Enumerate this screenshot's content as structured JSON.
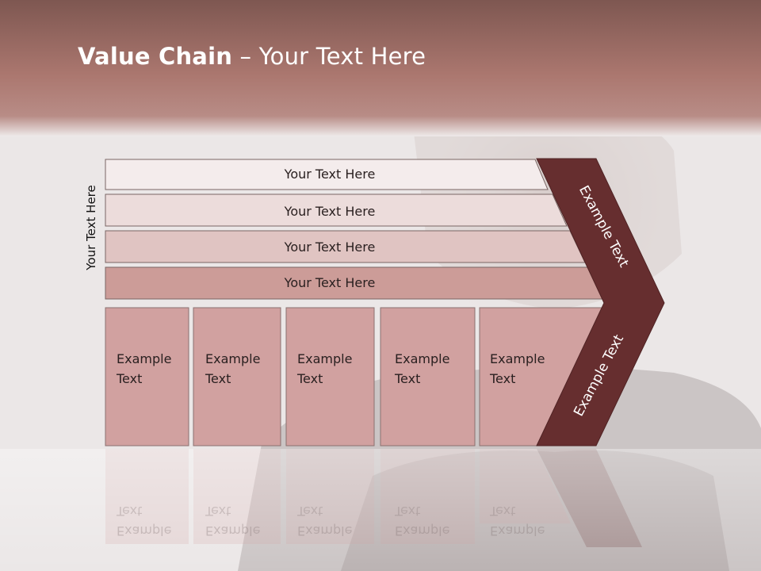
{
  "slide": {
    "title_bold": "Value Chain",
    "title_rest": " – Your Text Here",
    "side_label": "Your Text Here",
    "rows": [
      "Your Text Here",
      "Your Text Here",
      "Your Text Here",
      "Your Text Here"
    ],
    "boxes": [
      "Example\nText",
      "Example\nText",
      "Example\nText",
      "Example\nText",
      "Example\nText"
    ],
    "arrow_top": "Example Text",
    "arrow_bottom": "Example Text"
  },
  "colors": {
    "header": "#a8736d",
    "row1": "#f4ecec",
    "row2": "#ecdcdb",
    "row3": "#e0c4c2",
    "row4": "#cc9c98",
    "box": "#d1a1a0",
    "chevron": "#662e2f"
  }
}
